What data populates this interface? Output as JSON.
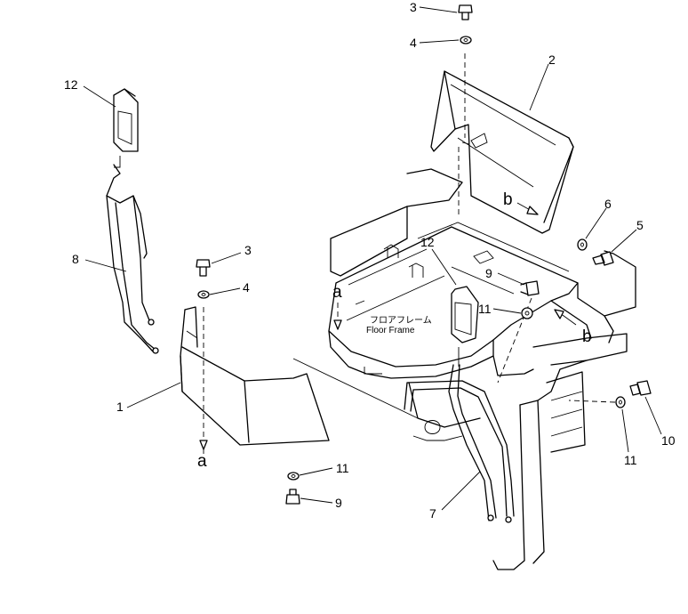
{
  "callouts": [
    {
      "id": "c3a",
      "text": "3"
    },
    {
      "id": "c4a",
      "text": "4"
    },
    {
      "id": "c2",
      "text": "2"
    },
    {
      "id": "c12a",
      "text": "12"
    },
    {
      "id": "c8",
      "text": "8"
    },
    {
      "id": "c3b",
      "text": "3"
    },
    {
      "id": "c4b",
      "text": "4"
    },
    {
      "id": "c1",
      "text": "1"
    },
    {
      "id": "c11a",
      "text": "11"
    },
    {
      "id": "c9a",
      "text": "9"
    },
    {
      "id": "c6",
      "text": "6"
    },
    {
      "id": "c5",
      "text": "5"
    },
    {
      "id": "c12b",
      "text": "12"
    },
    {
      "id": "c9b",
      "text": "9"
    },
    {
      "id": "c11b",
      "text": "11"
    },
    {
      "id": "c7",
      "text": "7"
    },
    {
      "id": "c10",
      "text": "10"
    },
    {
      "id": "c11c",
      "text": "11"
    }
  ],
  "refs": {
    "a_top": "a",
    "a_bottom": "a",
    "b_top": "b",
    "b_bottom": "b"
  },
  "floor_label_jp": "フロアフレーム",
  "floor_label_en": "Floor Frame"
}
